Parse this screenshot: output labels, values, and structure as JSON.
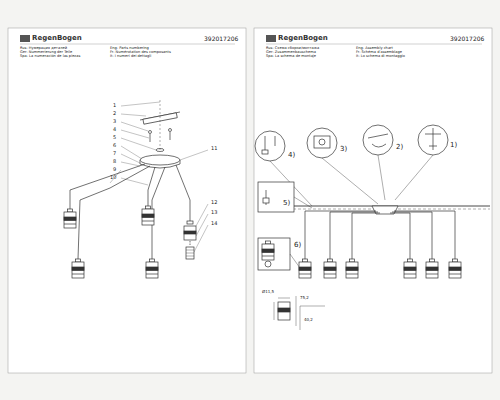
{
  "diagram": {
    "labels": [
      "RegenBogen",
      "392017206",
      "Rus: Нумерация деталей",
      "Ger: Nummerierung der Teile",
      "Spa: La numeración de las piezas",
      "Eng: Parts numbering",
      "Fr: Numérotation des composants",
      "It: I numeri dei dettagli",
      "RegenBogen",
      "392017206",
      "Rus: Схема сборки/монтажа",
      "Ger: Zusammenbauschema",
      "Spa: La schema de montaje",
      "Eng: Assembly chart",
      "Fr: Schéma d'assemblage",
      "It: Lo schema di montaggio",
      "1",
      "2",
      "3",
      "4",
      "5",
      "6",
      "7",
      "8",
      "9",
      "10",
      "11",
      "12",
      "13",
      "14",
      "4)",
      "3)",
      "2)",
      "1)",
      "5)",
      "6)",
      "Ø11,5",
      "75,2",
      "40,2"
    ]
  }
}
